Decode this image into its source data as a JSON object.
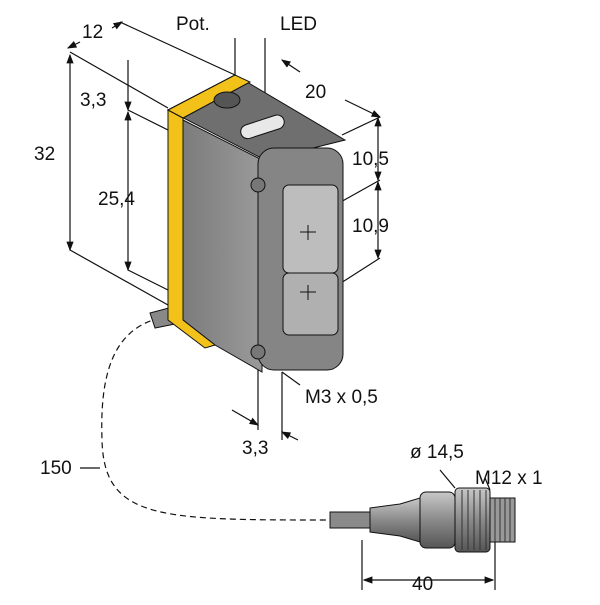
{
  "dimensions": {
    "depth": "12",
    "pot_label": "Pot.",
    "led_label": "LED",
    "width": "20",
    "top_offset": "3,3",
    "height": "32",
    "mount_spacing": "25,4",
    "lens_top": "10,5",
    "lens_spacing": "10,9",
    "screw": "M3 x 0,5",
    "bottom_offset": "3,3",
    "cable_length": "150",
    "connector_diameter": "ø 14,5",
    "connector_thread": "M12 x 1",
    "connector_length": "40"
  },
  "colors": {
    "body": "#8e8e8e",
    "stripe": "#f2c21b",
    "line": "#111111"
  }
}
